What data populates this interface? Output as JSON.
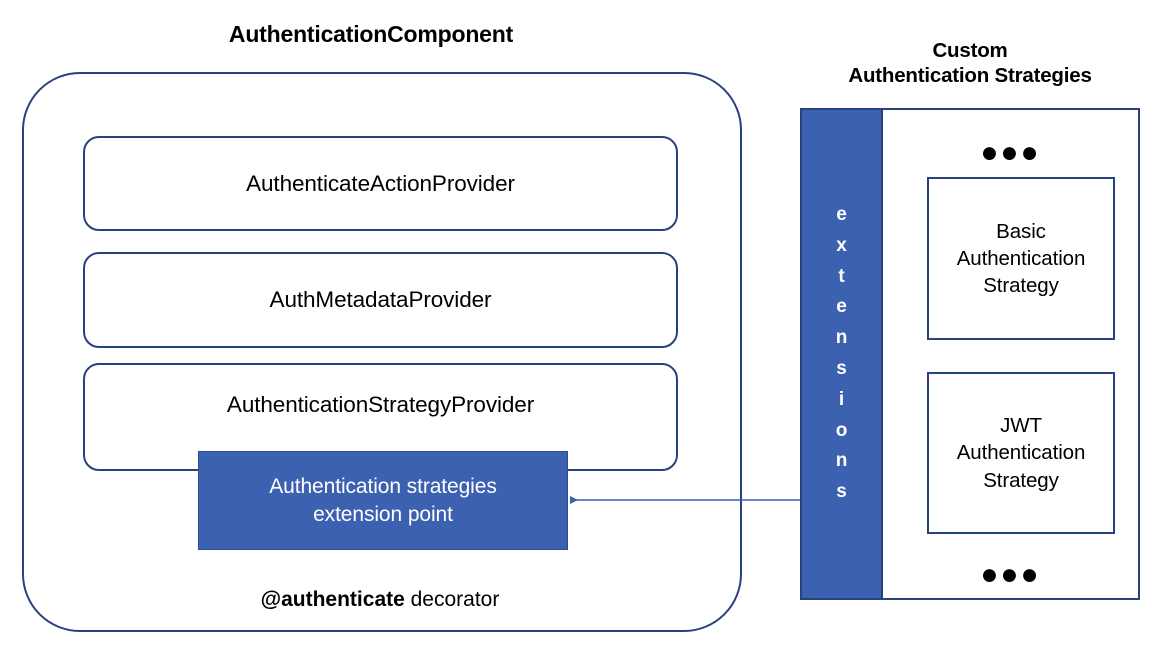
{
  "diagram": {
    "component": {
      "title": "AuthenticationComponent",
      "providers": [
        {
          "label": "AuthenticateActionProvider"
        },
        {
          "label": "AuthMetadataProvider"
        },
        {
          "label": "AuthenticationStrategyProvider"
        }
      ],
      "extension_point": {
        "label": "Authentication strategies\nextension point",
        "fill_color": "#3C61B0",
        "text_color": "#FFFFFF"
      },
      "decorator_caption": {
        "strong": "@authenticate",
        "rest": " decorator"
      },
      "border_color": "#27427E"
    },
    "custom_strategies": {
      "title": "Custom\nAuthentication Strategies",
      "extensions_bar": {
        "label": "e\nx\nt\ne\nn\ns\ni\no\nn\ns",
        "fill_color": "#3C61B0",
        "text_color": "#FFFFFF"
      },
      "ellipsis_top": "●●●",
      "ellipsis_bottom": "●●●",
      "strategies": [
        {
          "label": "Basic\nAuthentication\nStrategy"
        },
        {
          "label": "JWT\nAuthentication\nStrategy"
        }
      ],
      "border_color": "#27427E"
    },
    "connector": {
      "name": "extensions-to-extension-point-arrow",
      "direction": "right-to-left",
      "color": "#3C61B0"
    }
  }
}
